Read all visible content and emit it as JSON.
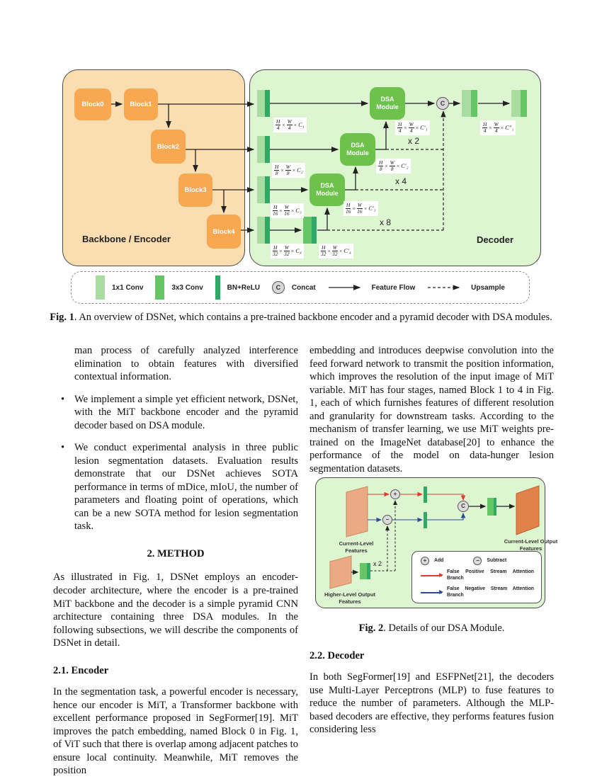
{
  "colors": {
    "encoder-fill": "#FBDDB2",
    "block-fill": "#F7A850",
    "decoder-fill": "#DEF5D2",
    "dsa-fill": "#6DC24C",
    "conv1x1": "#A8DCA0",
    "conv3x3": "#66C666",
    "bn-relu": "#2FA966",
    "concat-fill": "#D8D8D8",
    "plane-fill": "#EBAA83",
    "plane-border": "#C98B60",
    "output-plane-fill": "#E0824A",
    "output-plane-border": "#BD6531",
    "fp-red": "#E3392E",
    "fn-blue": "#2C4B9B"
  },
  "fig1": {
    "encoder_label": "Backbone / Encoder",
    "decoder_label": "Decoder",
    "blocks": {
      "b0": "Block0",
      "b1": "Block1",
      "b2": "Block2",
      "b3": "Block3",
      "b4": "Block4"
    },
    "dsa_label_1": "DSA",
    "dsa_label_2": "Module",
    "concat_symbol": "C",
    "multipliers": {
      "x2": "x 2",
      "x4": "x 4",
      "x8": "x 8"
    },
    "math": {
      "h": "H",
      "w": "W",
      "times": "×"
    },
    "specs": {
      "c1": {
        "den": "4",
        "ch": "C₁"
      },
      "c2": {
        "den": "8",
        "ch": "C₂"
      },
      "c3": {
        "den": "16",
        "ch": "C₃"
      },
      "c4": {
        "den": "32",
        "ch": "C₄"
      },
      "c4p": {
        "den": "32",
        "ch": "C′₄"
      },
      "c3p": {
        "den": "16",
        "ch": "C′₃"
      },
      "c2p": {
        "den": "8",
        "ch": "C′₂"
      },
      "c1p": {
        "den": "4",
        "ch": "C′₁"
      },
      "c1pp": {
        "den": "4",
        "ch": "C″₁"
      }
    },
    "legend": {
      "conv1x1": "1x1 Conv",
      "conv3x3": "3x3 Conv",
      "bnrelu": "BN+ReLU",
      "concat": "Concat",
      "feature_flow": "Feature Flow",
      "upsample": "Upsample"
    }
  },
  "captions": {
    "fig1_label": "Fig. 1",
    "fig1_text": ". An overview of DSNet, which contains a pre-trained backbone encoder and a pyramid decoder with DSA modules.",
    "fig2_label": "Fig. 2",
    "fig2_text": ". Details of our DSA Module."
  },
  "left_column": {
    "bullet_char": "•",
    "cont_paragraph": "man process of carefully analyzed interference elimination to obtain features with diversified contextual information.",
    "bullet1": "We implement a simple yet efficient network, DSNet, with the MiT backbone encoder and the pyramid decoder based on DSA module.",
    "bullet2": "We conduct experimental analysis in three public lesion segmentation datasets. Evaluation results demonstrate that our DSNet achieves SOTA performance in terms of mDice, mIoU, the number of parameters and floating point of operations, which can be a new SOTA method for lesion segmentation task.",
    "section_heading": "2. METHOD",
    "method_paragraph": "As illustrated in Fig. 1, DSNet employs an encoder-decoder architecture, where the encoder is a pre-trained MiT backbone and the decoder is a simple pyramid CNN architecture containing three DSA modules. In the following subsections, we will describe the components of DSNet in detail.",
    "subsection_heading": "2.1. Encoder",
    "encoder_paragraph": "In the segmentation task, a powerful encoder is necessary, hence our encoder is MiT, a Transformer backbone with excellent performance proposed in SegFormer[19]. MiT improves the patch embedding, named Block 0 in Fig. 1, of ViT such that there is overlap among adjacent patches to ensure local continuity. Meanwhile, MiT removes the position"
  },
  "right_column": {
    "embedding_paragraph": "embedding and introduces deepwise convolution into the feed forward network to transmit the position information, which improves the resolution of the input image of MiT variable. MiT has four stages, named Block 1 to 4 in Fig. 1, each of which furnishes features of different resolution and granularity for downstream tasks. According to the mechanism of transfer learning, we use MiT weights pre-trained on the ImageNet database[20] to enhance the performance of the model on data-hunger lesion segmentation datasets.",
    "subsection_heading": "2.2. Decoder",
    "decoder_paragraph": "In both SegFormer[19] and ESFPNet[21], the decoders use Multi-Layer Perceptrons (MLP) to fuse features to reduce the number of parameters. Although the MLP-based decoders are effective, they performs features fusion considering less"
  },
  "fig2": {
    "current_features_label": "Current-Level Features",
    "higher_features_label": "Higher-Level Output Features",
    "output_features_label": "Current-Level Output Features",
    "x2_label": "x 2",
    "add_symbol": "+",
    "subtract_symbol": "−",
    "concat_symbol": "C",
    "legend": {
      "add": "Add",
      "subtract": "Subtract",
      "fp": "False Positive Stream Attention Branch",
      "fn": "False Negative Stream Attention Branch"
    }
  }
}
